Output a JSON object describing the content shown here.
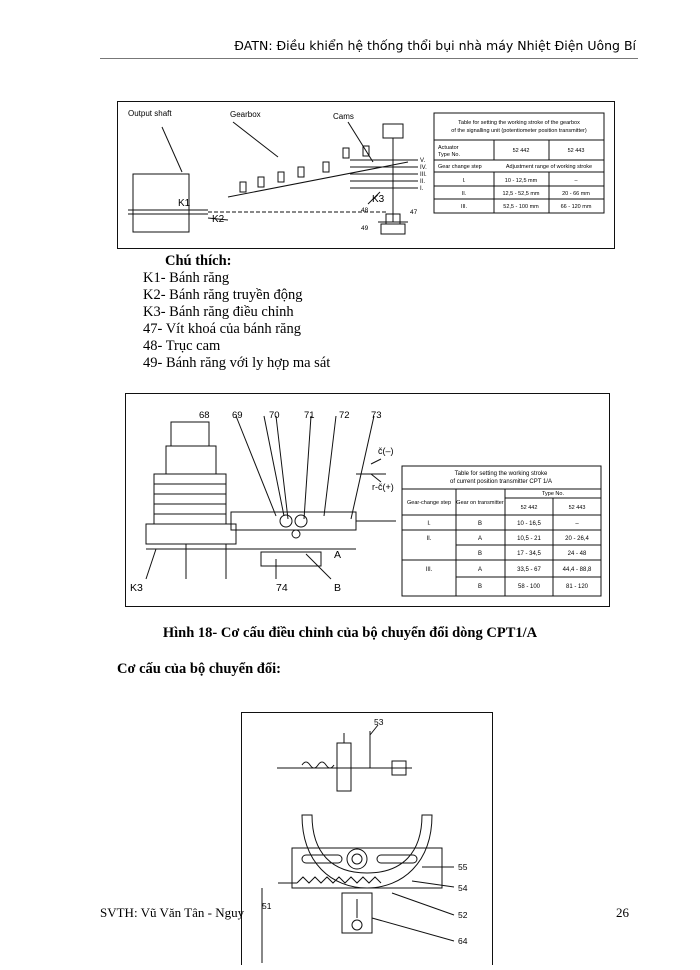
{
  "header": {
    "text": "ĐATN: Điều khiển hệ thống thổi bụi nhà máy Nhiệt Điện Uông Bí"
  },
  "figure1": {
    "labels": {
      "output_shaft": "Output shaft",
      "gearbox": "Gearbox",
      "cams": "Cams",
      "k1": "K1",
      "k2": "K2",
      "k3": "K3",
      "n47": "47",
      "n48": "48",
      "n49": "49",
      "r1": "V.",
      "r2": "IV.",
      "r3": "III.",
      "r4": "II.",
      "r5": "I."
    },
    "table": {
      "title1": "Table for setting the working stroke of the gearbox",
      "title2": "of the signalling unit (potentiometer position transmitter)",
      "h1": "Actuator",
      "h2": "Type No.",
      "t1": "52 442",
      "t2": "52 443",
      "g1": "Gear change step",
      "g2": "Adjustment range of working stroke",
      "rows": [
        [
          "I.",
          "10 - 12,5 mm",
          "–"
        ],
        [
          "II.",
          "12,5 - 52,5 mm",
          "20 - 66 mm"
        ],
        [
          "III.",
          "52,5 - 100 mm",
          "66 - 120 mm"
        ]
      ]
    }
  },
  "legend": {
    "title": "Chú thích:",
    "items": [
      "K1- Bánh răng",
      "K2- Bánh răng truyền động",
      "K3- Bánh răng điều chỉnh",
      "47- Vít khoá của bánh răng",
      "48- Trục cam",
      "49- Bánh răng với ly hợp ma sát"
    ]
  },
  "figure2": {
    "labels": {
      "n68": "68",
      "n69": "69",
      "n70": "70",
      "n71": "71",
      "n72": "72",
      "n73": "73",
      "k3": "K3",
      "n74": "74",
      "a": "A",
      "b": "B",
      "c_minus": "č(–)",
      "c_plus": "r-č(+)"
    },
    "table": {
      "title1": "Table for setting the working stroke",
      "title2": "of current position transmitter CPT 1/A",
      "h1": "Gear-change step",
      "h2": "Gear on transmitter",
      "h3": "Type No.",
      "t1": "52 442",
      "t2": "52 443",
      "rows": [
        [
          "I.",
          "B",
          "10 - 16,5",
          "–"
        ],
        [
          "II.",
          "A",
          "10,5 - 21",
          "20 - 26,4"
        ],
        [
          "",
          "B",
          "17 - 34,5",
          "24 - 48"
        ],
        [
          "III.",
          "A",
          "33,5 - 67",
          "44,4 - 88,8"
        ],
        [
          "",
          "B",
          "58 - 100",
          "81 - 120"
        ]
      ]
    }
  },
  "caption": "Hình 18- Cơ cấu điều chỉnh của bộ chuyển đổi dòng CPT1/A",
  "subheading": "Cơ cấu của bộ chuyển đổi:",
  "figure3": {
    "labels": {
      "n53": "53",
      "n55": "55",
      "n54": "54",
      "n52": "52",
      "n64": "64",
      "n51": "51"
    }
  },
  "footer": {
    "text": "SVTH: Vũ Văn Tân - Nguy",
    "page": "26"
  }
}
